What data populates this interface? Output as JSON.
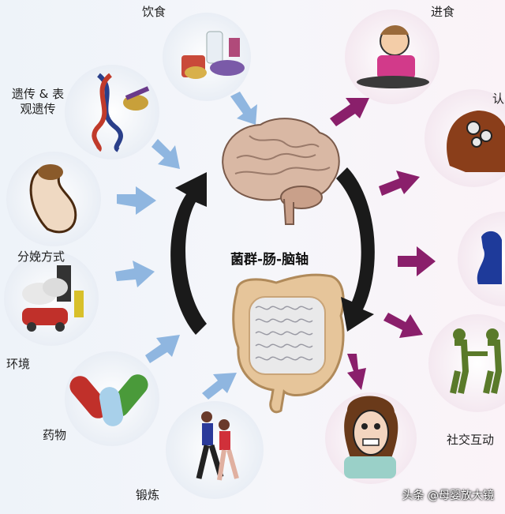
{
  "center": {
    "label": "菌群-肠-脑轴"
  },
  "inputs": [
    {
      "id": "diet",
      "label": "饮食"
    },
    {
      "id": "genetics",
      "label": "遗传 & 表观遗传"
    },
    {
      "id": "delivery",
      "label": "分娩方式"
    },
    {
      "id": "environment",
      "label": "环境"
    },
    {
      "id": "medication",
      "label": "药物"
    },
    {
      "id": "exercise",
      "label": "锻炼"
    }
  ],
  "outputs": [
    {
      "id": "eating",
      "label": "进食"
    },
    {
      "id": "cognition",
      "label": "认"
    },
    {
      "id": "emotion",
      "label": ""
    },
    {
      "id": "social",
      "label": "社交互动"
    },
    {
      "id": "stress",
      "label": ""
    }
  ],
  "watermark": "头条 @母婴放大镜",
  "colors": {
    "input_arrow": "#8fb6e0",
    "output_arrow": "#8a1f6b",
    "cycle_arrow": "#1a1a1a",
    "circle_fill": "#ffffff"
  }
}
